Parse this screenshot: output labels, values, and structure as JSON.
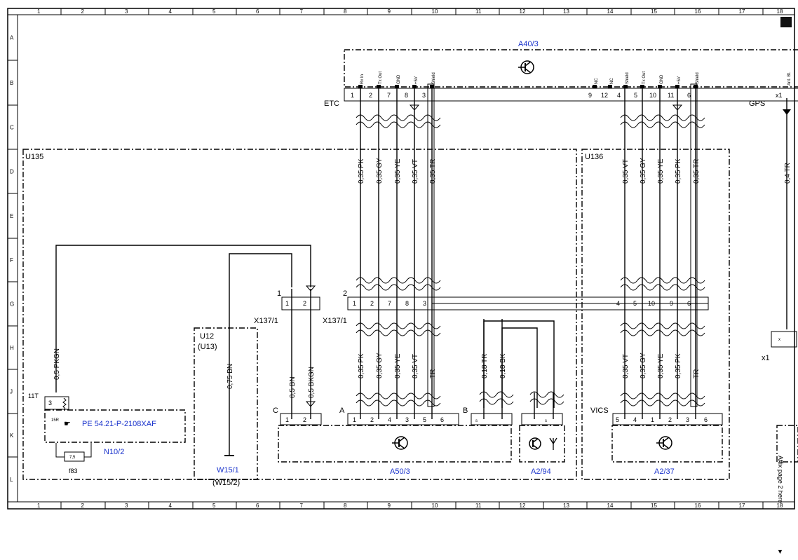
{
  "grid": {
    "columns": [
      "1",
      "2",
      "3",
      "4",
      "5",
      "6",
      "7",
      "8",
      "9",
      "10",
      "11",
      "12",
      "13",
      "14",
      "15",
      "16",
      "17",
      "18"
    ],
    "rows": [
      "A",
      "B",
      "C",
      "D",
      "E",
      "F",
      "G",
      "H",
      "J",
      "K",
      "L"
    ]
  },
  "components": {
    "a40_3": "A40/3",
    "u135": "U135",
    "u136": "U136",
    "u12": "U12",
    "u13": "(U13)",
    "x137_1a": "X137/1",
    "x137_1b": "X137/1",
    "a50_3": "A50/3",
    "a2_94": "A2/94",
    "a2_37": "A2/37",
    "n10_2": "N10/2",
    "w15_1": "W15/1",
    "w15_2": "(W15/2)",
    "f83": "f83",
    "x1": "x1",
    "etc": "ETC",
    "gps": "GPS",
    "vics": "VICS",
    "t11": "11T",
    "r15": "15R",
    "ref": "PE 54.21-P-2108XAF"
  },
  "connector_letters": {
    "a": "A",
    "b": "B",
    "c": "C",
    "one": "1",
    "two": "2"
  },
  "a40_pins_left": [
    {
      "name": "Rx In",
      "num": "1"
    },
    {
      "name": "Tx Out",
      "num": "2"
    },
    {
      "name": "GND",
      "num": "7"
    },
    {
      "name": "+5V",
      "num": "8"
    },
    {
      "name": "Shield",
      "num": "3"
    }
  ],
  "a40_pins_right": [
    {
      "name": "NC",
      "num": "9"
    },
    {
      "name": "NC",
      "num": "12"
    },
    {
      "name": "Shield",
      "num": "4"
    },
    {
      "name": "Tx Out",
      "num": "5"
    },
    {
      "name": "GND",
      "num": "10"
    },
    {
      "name": "+5V",
      "num": "11"
    },
    {
      "name": "Shield",
      "num": "6"
    }
  ],
  "a40_gps": {
    "name": "Ant. Bt.",
    "num": "x1"
  },
  "wires_left_top": [
    "0,35 PK",
    "0,35 GY",
    "0,35 YE",
    "0,35 VT",
    "0,35 TR"
  ],
  "wires_right_top": [
    "0,35 VT",
    "0,35 GY",
    "0,35 YE",
    "0,35 PK",
    "0,35 TR"
  ],
  "wire_gps": "0,4 TR",
  "wires_left_bottom": [
    "0,35 PK",
    "0,35 GY",
    "0,35 YE",
    "0,35 VT",
    "TR"
  ],
  "wires_right_bottom": [
    "0,35 VT",
    "0,35 GY",
    "0,35 YE",
    "0,35 PK",
    "TR"
  ],
  "wires_b": [
    "0,18 TR",
    "0,18 BK"
  ],
  "wires_c": [
    "0,5 BN",
    "0,5 BKGN"
  ],
  "wire_pkgn": "0,5 PKGN",
  "wire_bn": "0,75 BN",
  "x137_1_pins": [
    "1",
    "2"
  ],
  "x137_2_pins": [
    "1",
    "2",
    "7",
    "8",
    "3"
  ],
  "x137_right_pins": [
    "4",
    "5",
    "10",
    "9",
    "6"
  ],
  "a50_a_pins": [
    "1",
    "2",
    "4",
    "3",
    "5",
    "6"
  ],
  "a50_b_pins": [
    "s"
  ],
  "a50_c_pins": [
    "1",
    "2"
  ],
  "a2_94_pin": "s",
  "a2_37_pins": [
    "5",
    "4",
    "1",
    "2",
    "3",
    "6"
  ],
  "fuse": "7,5",
  "n10_pin": "3",
  "side_note": "Affix page 2 here",
  "side_arrow": "▼",
  "right_x": "x"
}
